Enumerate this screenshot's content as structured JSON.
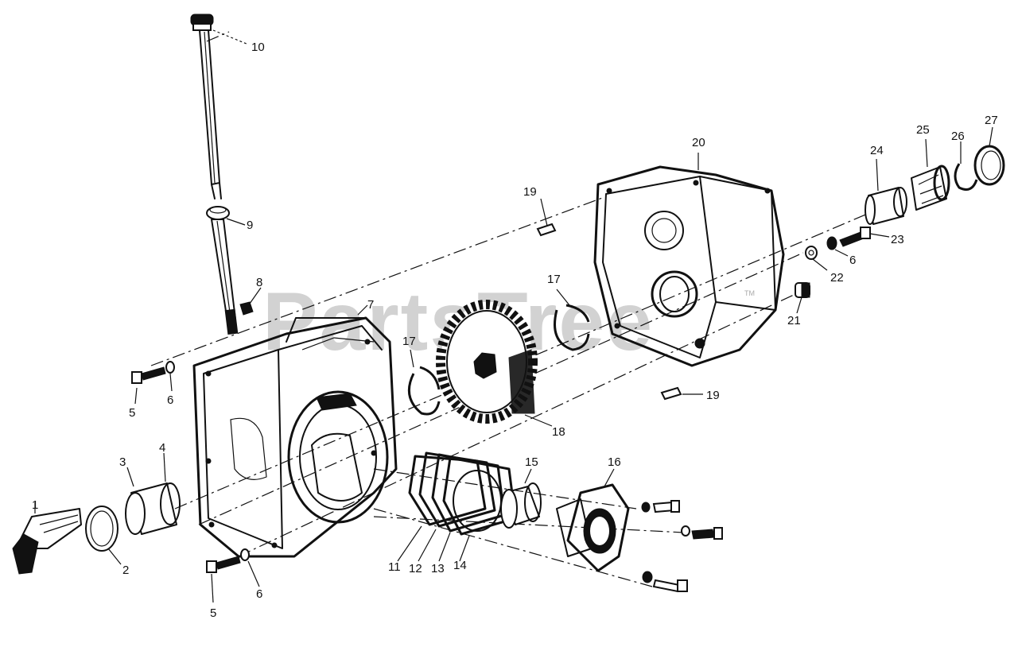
{
  "watermark": {
    "text": "PartsTree",
    "trademark": "TM"
  },
  "callouts": [
    {
      "id": "c10",
      "text": "10"
    },
    {
      "id": "c9",
      "text": "9"
    },
    {
      "id": "c8",
      "text": "8"
    },
    {
      "id": "c7",
      "text": "7"
    },
    {
      "id": "c5a",
      "text": "5"
    },
    {
      "id": "c6a",
      "text": "6"
    },
    {
      "id": "c17a",
      "text": "17"
    },
    {
      "id": "c17b",
      "text": "17"
    },
    {
      "id": "c18",
      "text": "18"
    },
    {
      "id": "c19a",
      "text": "19"
    },
    {
      "id": "c19b",
      "text": "19"
    },
    {
      "id": "c20",
      "text": "20"
    },
    {
      "id": "c21",
      "text": "21"
    },
    {
      "id": "c22",
      "text": "22"
    },
    {
      "id": "c6b",
      "text": "6"
    },
    {
      "id": "c23",
      "text": "23"
    },
    {
      "id": "c24",
      "text": "24"
    },
    {
      "id": "c25",
      "text": "25"
    },
    {
      "id": "c26",
      "text": "26"
    },
    {
      "id": "c27",
      "text": "27"
    },
    {
      "id": "c3",
      "text": "3"
    },
    {
      "id": "c4",
      "text": "4"
    },
    {
      "id": "c1",
      "text": "1"
    },
    {
      "id": "c2",
      "text": "2"
    },
    {
      "id": "c5b",
      "text": "5"
    },
    {
      "id": "c6c",
      "text": "6"
    },
    {
      "id": "c11",
      "text": "11"
    },
    {
      "id": "c12",
      "text": "12"
    },
    {
      "id": "c13",
      "text": "13"
    },
    {
      "id": "c14",
      "text": "14"
    },
    {
      "id": "c15",
      "text": "15"
    },
    {
      "id": "c16",
      "text": "16"
    }
  ]
}
